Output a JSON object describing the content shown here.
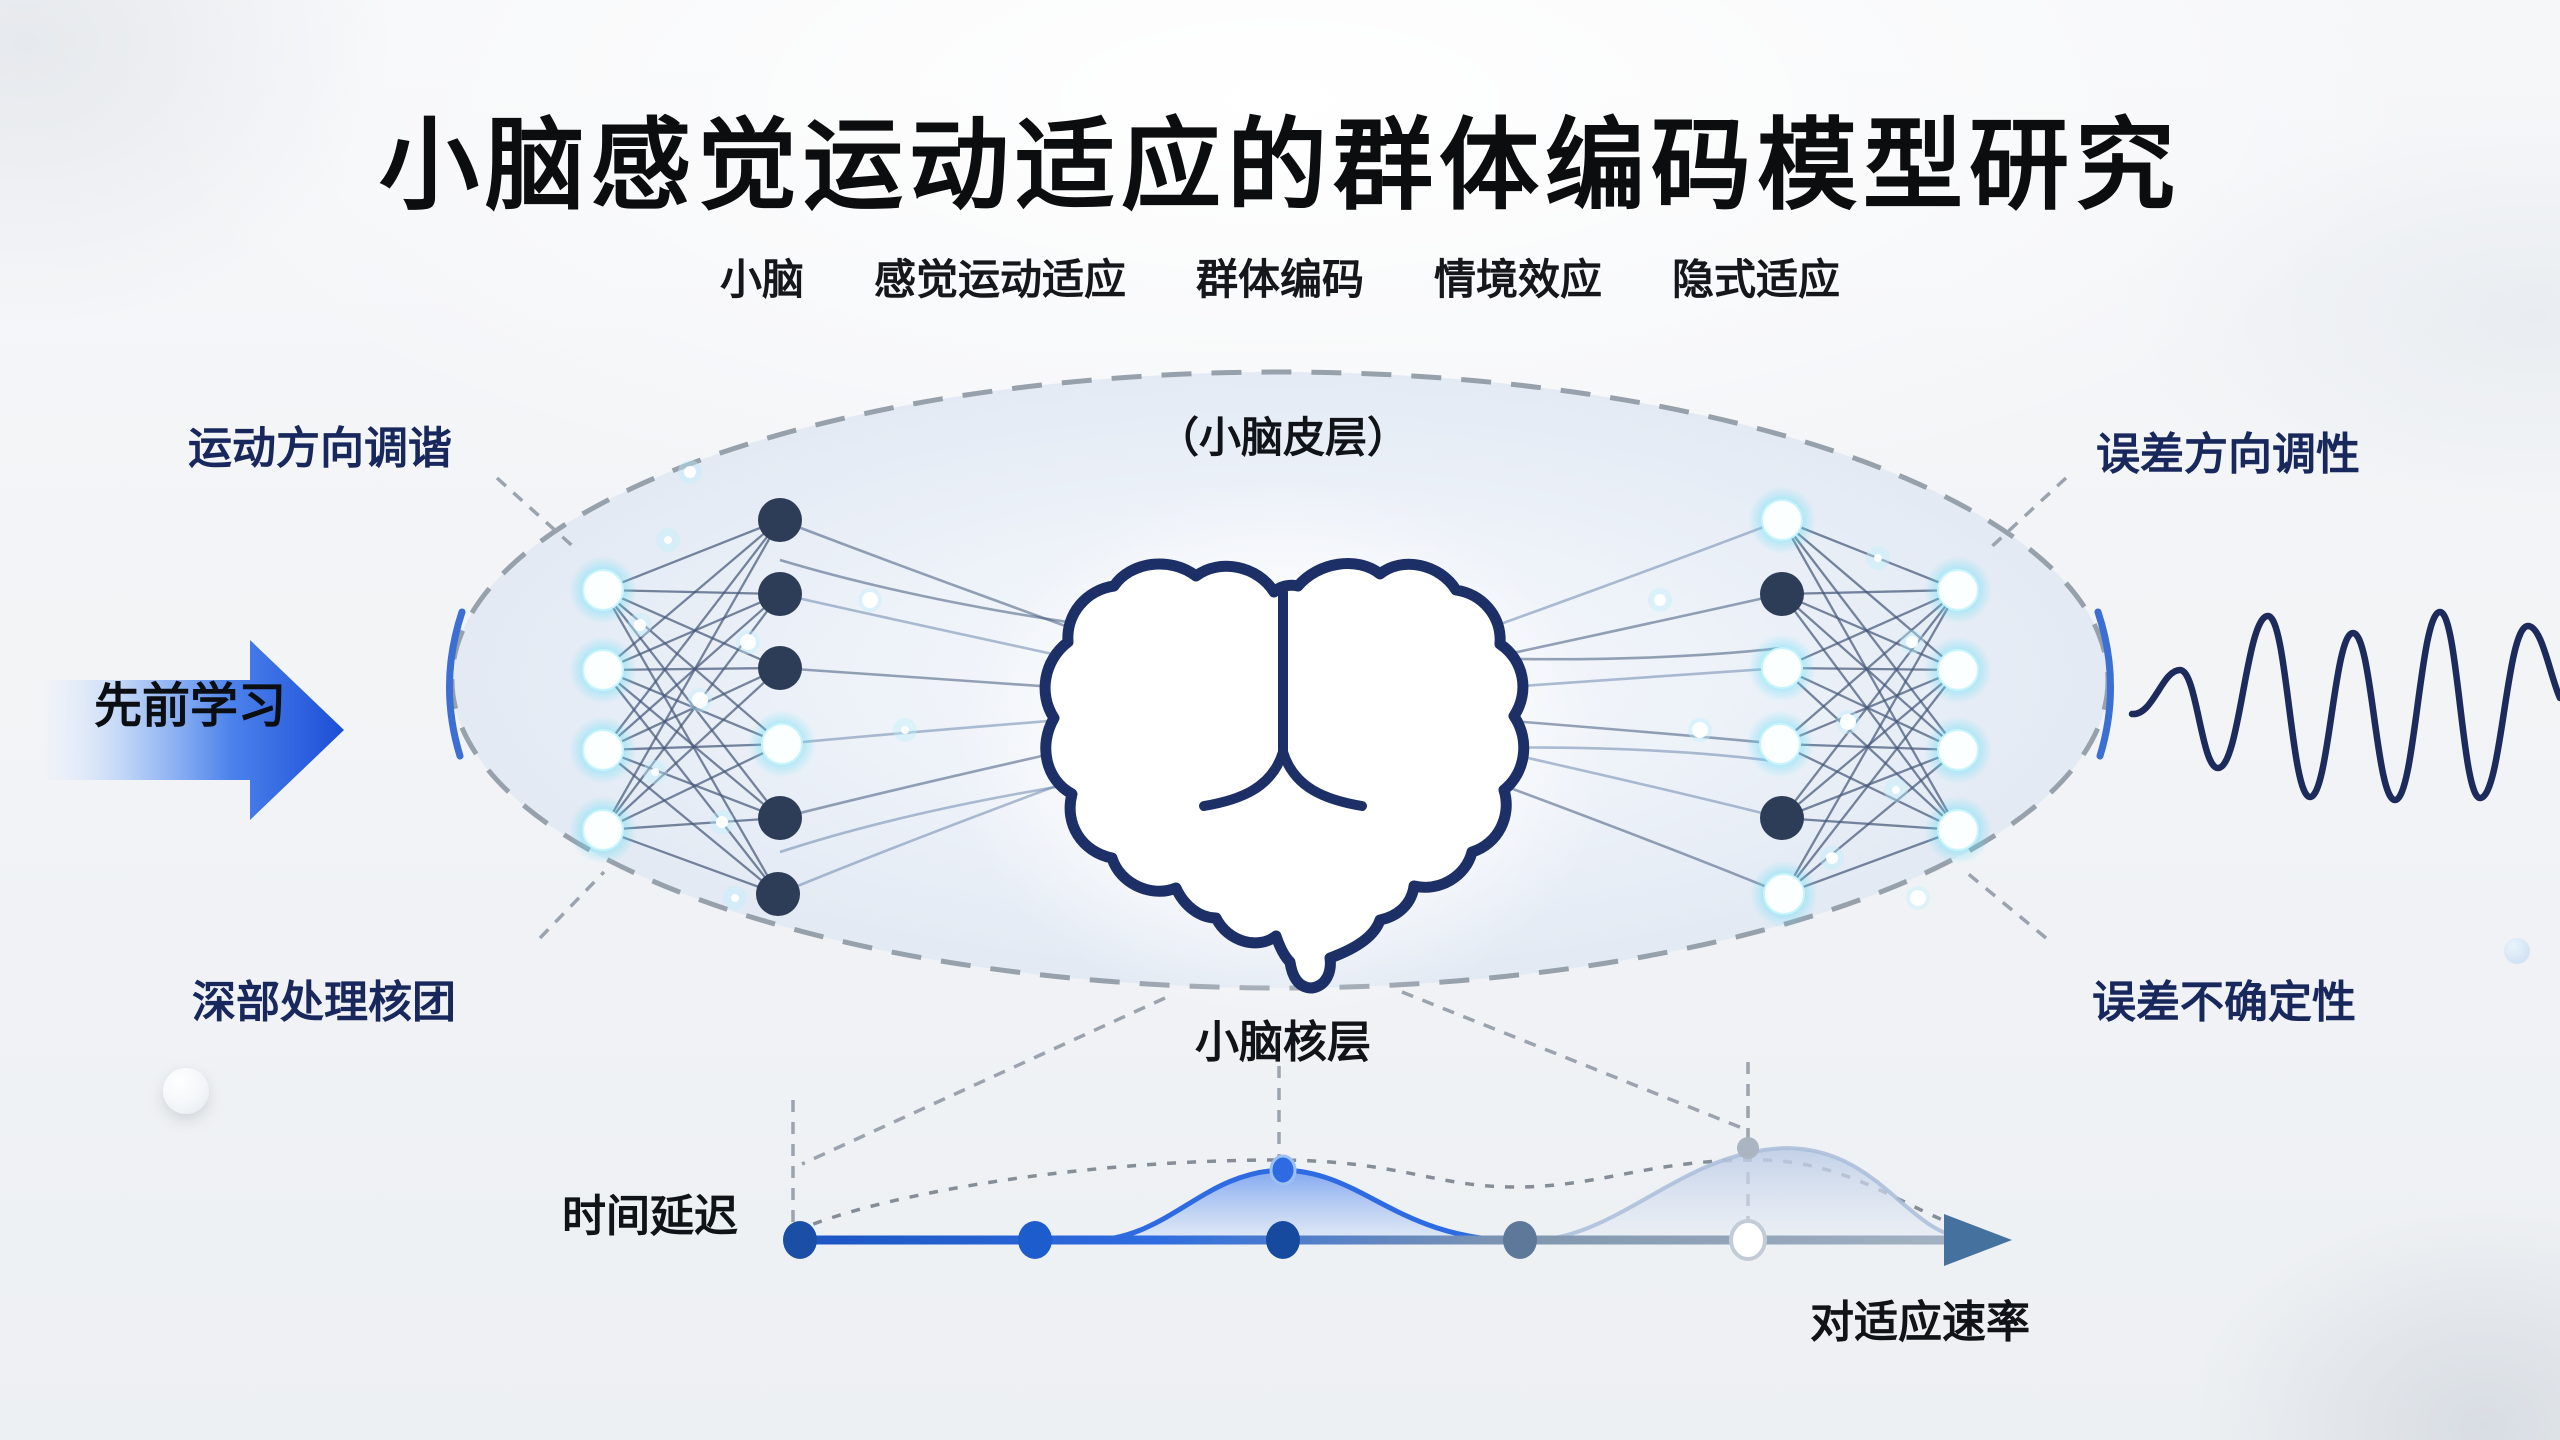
{
  "title": "小脑感觉运动适应的群体编码模型研究",
  "keywords": [
    "小脑",
    "感觉运动适应",
    "群体编码",
    "情境效应",
    "隐式适应"
  ],
  "labels": {
    "motion_direction_tuning": "运动方向调谐",
    "cerebellar_cortex": "（小脑皮层）",
    "error_direction_tuning": "误差方向调性",
    "prior_learning": "先前学习",
    "deep_processing_nuclei": "深部处理核团",
    "cerebellar_nuclear_layer": "小脑核层",
    "error_uncertainty": "误差不确定性",
    "time_delay": "时间延迟",
    "adaptation_rate": "对适应速率"
  },
  "icons": {
    "brain": "brain-icon",
    "neural_network_left": "neural-network-icon",
    "neural_network_right": "neural-network-icon",
    "waveform": "waveform-icon",
    "prior_learning_arrow": "arrow-right-icon",
    "timeline_arrow": "arrow-right-icon"
  },
  "colors": {
    "title_text": "#0c0d0f",
    "navy_label": "#18285c",
    "arrow_blue": "#1d4ed8",
    "node_dark": "#2e3d57",
    "node_glow_cyan": "#5fdcf6",
    "edge": "#47597a",
    "ellipse_dash": "#97a1ac",
    "timeline_blue": "#2e6de0",
    "timeline_gray": "#a3b2c2",
    "wave_navy": "#1c2a5c"
  }
}
